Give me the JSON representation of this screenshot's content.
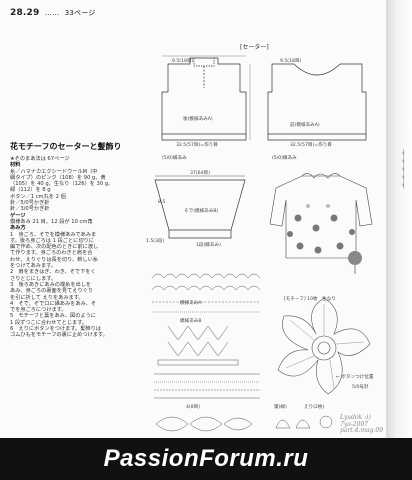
{
  "page_header": {
    "number": "28.29",
    "dots": "......",
    "ref": "33ページ"
  },
  "sweater_title": "[セーター]",
  "section_title": "花モチーフのセーターと髪飾り",
  "intro": "★そのまあ法は 67ページ",
  "body_lines": [
    {
      "text": "材料",
      "head": true
    },
    {
      "text": "糸／ハマナカエクシードウールM（中",
      "head": false
    },
    {
      "text": "細タイプ）のピンク（108）を 90 g、黄",
      "head": false
    },
    {
      "text": "（105）を 40 g、生なり（126）を 30 g、",
      "head": false
    },
    {
      "text": "緑（112）を 8 g",
      "head": false
    },
    {
      "text": "ボタン／1 cm丸を 2 個",
      "head": false
    },
    {
      "text": "針／5/0号かぎ針",
      "head": false
    },
    {
      "text": "針／3/0号かぎ針",
      "head": false
    },
    {
      "text": "ゲージ",
      "head": true
    },
    {
      "text": "模様あみ 21 目、12 段が 10 cm角",
      "head": false
    },
    {
      "text": "あみ方",
      "head": true
    },
    {
      "text": "1　身ごろ、そでを模様あみであみま",
      "head": false
    },
    {
      "text": "す。後ろ身ごろは 1 段ごとに切りに",
      "head": false
    },
    {
      "text": "編で作め、次の配色のときに前に渡し",
      "head": false
    },
    {
      "text": "て作ります。身ごろのわきと肩を合",
      "head": false
    },
    {
      "text": "わせ、えりぐりは長を切り、新しい糸",
      "head": false
    },
    {
      "text": "をつけてあみます。",
      "head": false
    },
    {
      "text": "2　肩をまきはぎ、わき、そで下をく",
      "head": false
    },
    {
      "text": "さりとじにします。",
      "head": false
    },
    {
      "text": "3　後ろあきにあみの端糸を出しを",
      "head": false
    },
    {
      "text": "あみ、身ごろの裏面を見てえりぐり",
      "head": false
    },
    {
      "text": "を引に折して えりをあみます。",
      "head": false
    },
    {
      "text": "4　そで、そで口に縁あみをあみ、そ",
      "head": false
    },
    {
      "text": "でを身ごろにつけます。",
      "head": false
    },
    {
      "text": "5　モチーフと葉をあみ、図のように",
      "head": false
    },
    {
      "text": "1 段ずつこに合わせてとじます。",
      "head": false
    },
    {
      "text": "6　えりにボタンをつけます。髪飾りは",
      "head": false
    },
    {
      "text": "ゴムひもをモチーフの裏に止めつけます。",
      "head": false
    }
  ],
  "labels": {
    "back_top": "9.5(18目)",
    "front_top": "9.5(18目)",
    "body_width": "32.5(57目)=作り目",
    "body_width_b": "32.5(57目)=作り目",
    "back_label": "後(模様あみA)",
    "front_label": "前(模様あみA)",
    "hem": "(5/0)縁あみ",
    "hem_b": "(5/0)縁あみ",
    "sleeve_width": "37(64目)",
    "sleeve_label": "そで(模様あみB)",
    "sleeve_cuff": "1段(縁あみ)",
    "sleeve_h": "8.5",
    "sleeve_side": "1.5(3段)",
    "pattern_a": "模様あみA",
    "pattern_b": "模様あみB",
    "motif_label": "[モチーフ] 10枚　生なり",
    "leaf_label": "葉(緑)",
    "collar_label": "えり(2枚)",
    "front_strip": "4(8目)",
    "flower_note": "← ボタンつけ位置",
    "yarn_note": "5/0号針"
  },
  "credit": [
    "Lyudok :))",
    "7ya-2007",
    "part.4.mag.09"
  ],
  "banner_text": "PassionForum.ru",
  "colors": {
    "banner": "#111111",
    "banner_text": "#ffffff",
    "page": "#fbfbfa"
  }
}
